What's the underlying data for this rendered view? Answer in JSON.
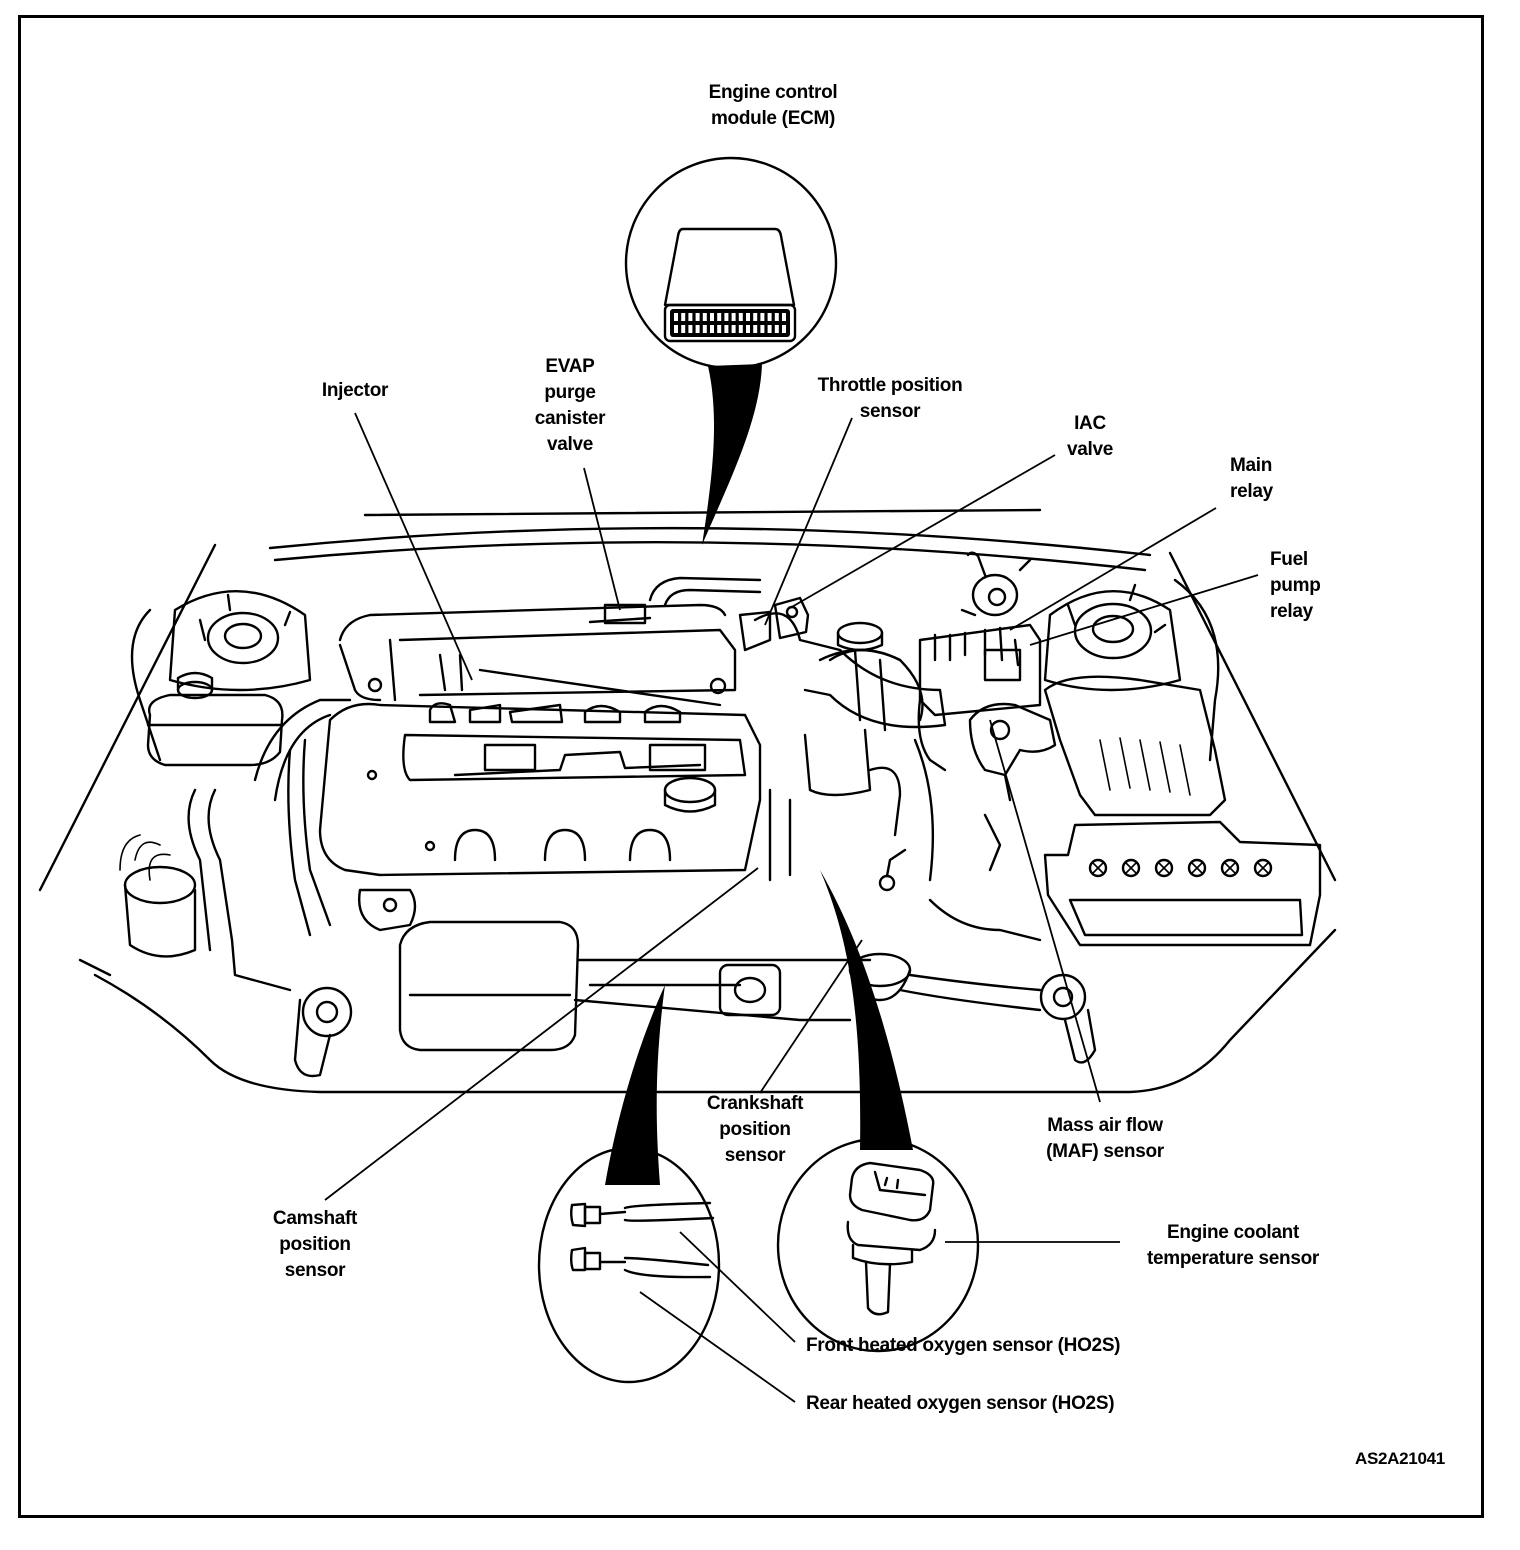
{
  "diagram": {
    "figure_id": "AS2A21041",
    "labels": {
      "ecm": "Engine control\nmodule (ECM)",
      "injector": "Injector",
      "evap": "EVAP\npurge\ncanister\nvalve",
      "tps": "Throttle position\nsensor",
      "iac": "IAC\nvalve",
      "main_relay": "Main\nrelay",
      "fuel_pump_relay": "Fuel\npump\nrelay",
      "crankshaft": "Crankshaft\nposition\nsensor",
      "maf": "Mass air flow\n(MAF) sensor",
      "camshaft": "Camshaft\nposition\nsensor",
      "ect": "Engine coolant\ntemperature sensor",
      "front_ho2s": "Front heated oxygen sensor (HO2S)",
      "rear_ho2s": "Rear heated oxygen sensor (HO2S)"
    }
  }
}
